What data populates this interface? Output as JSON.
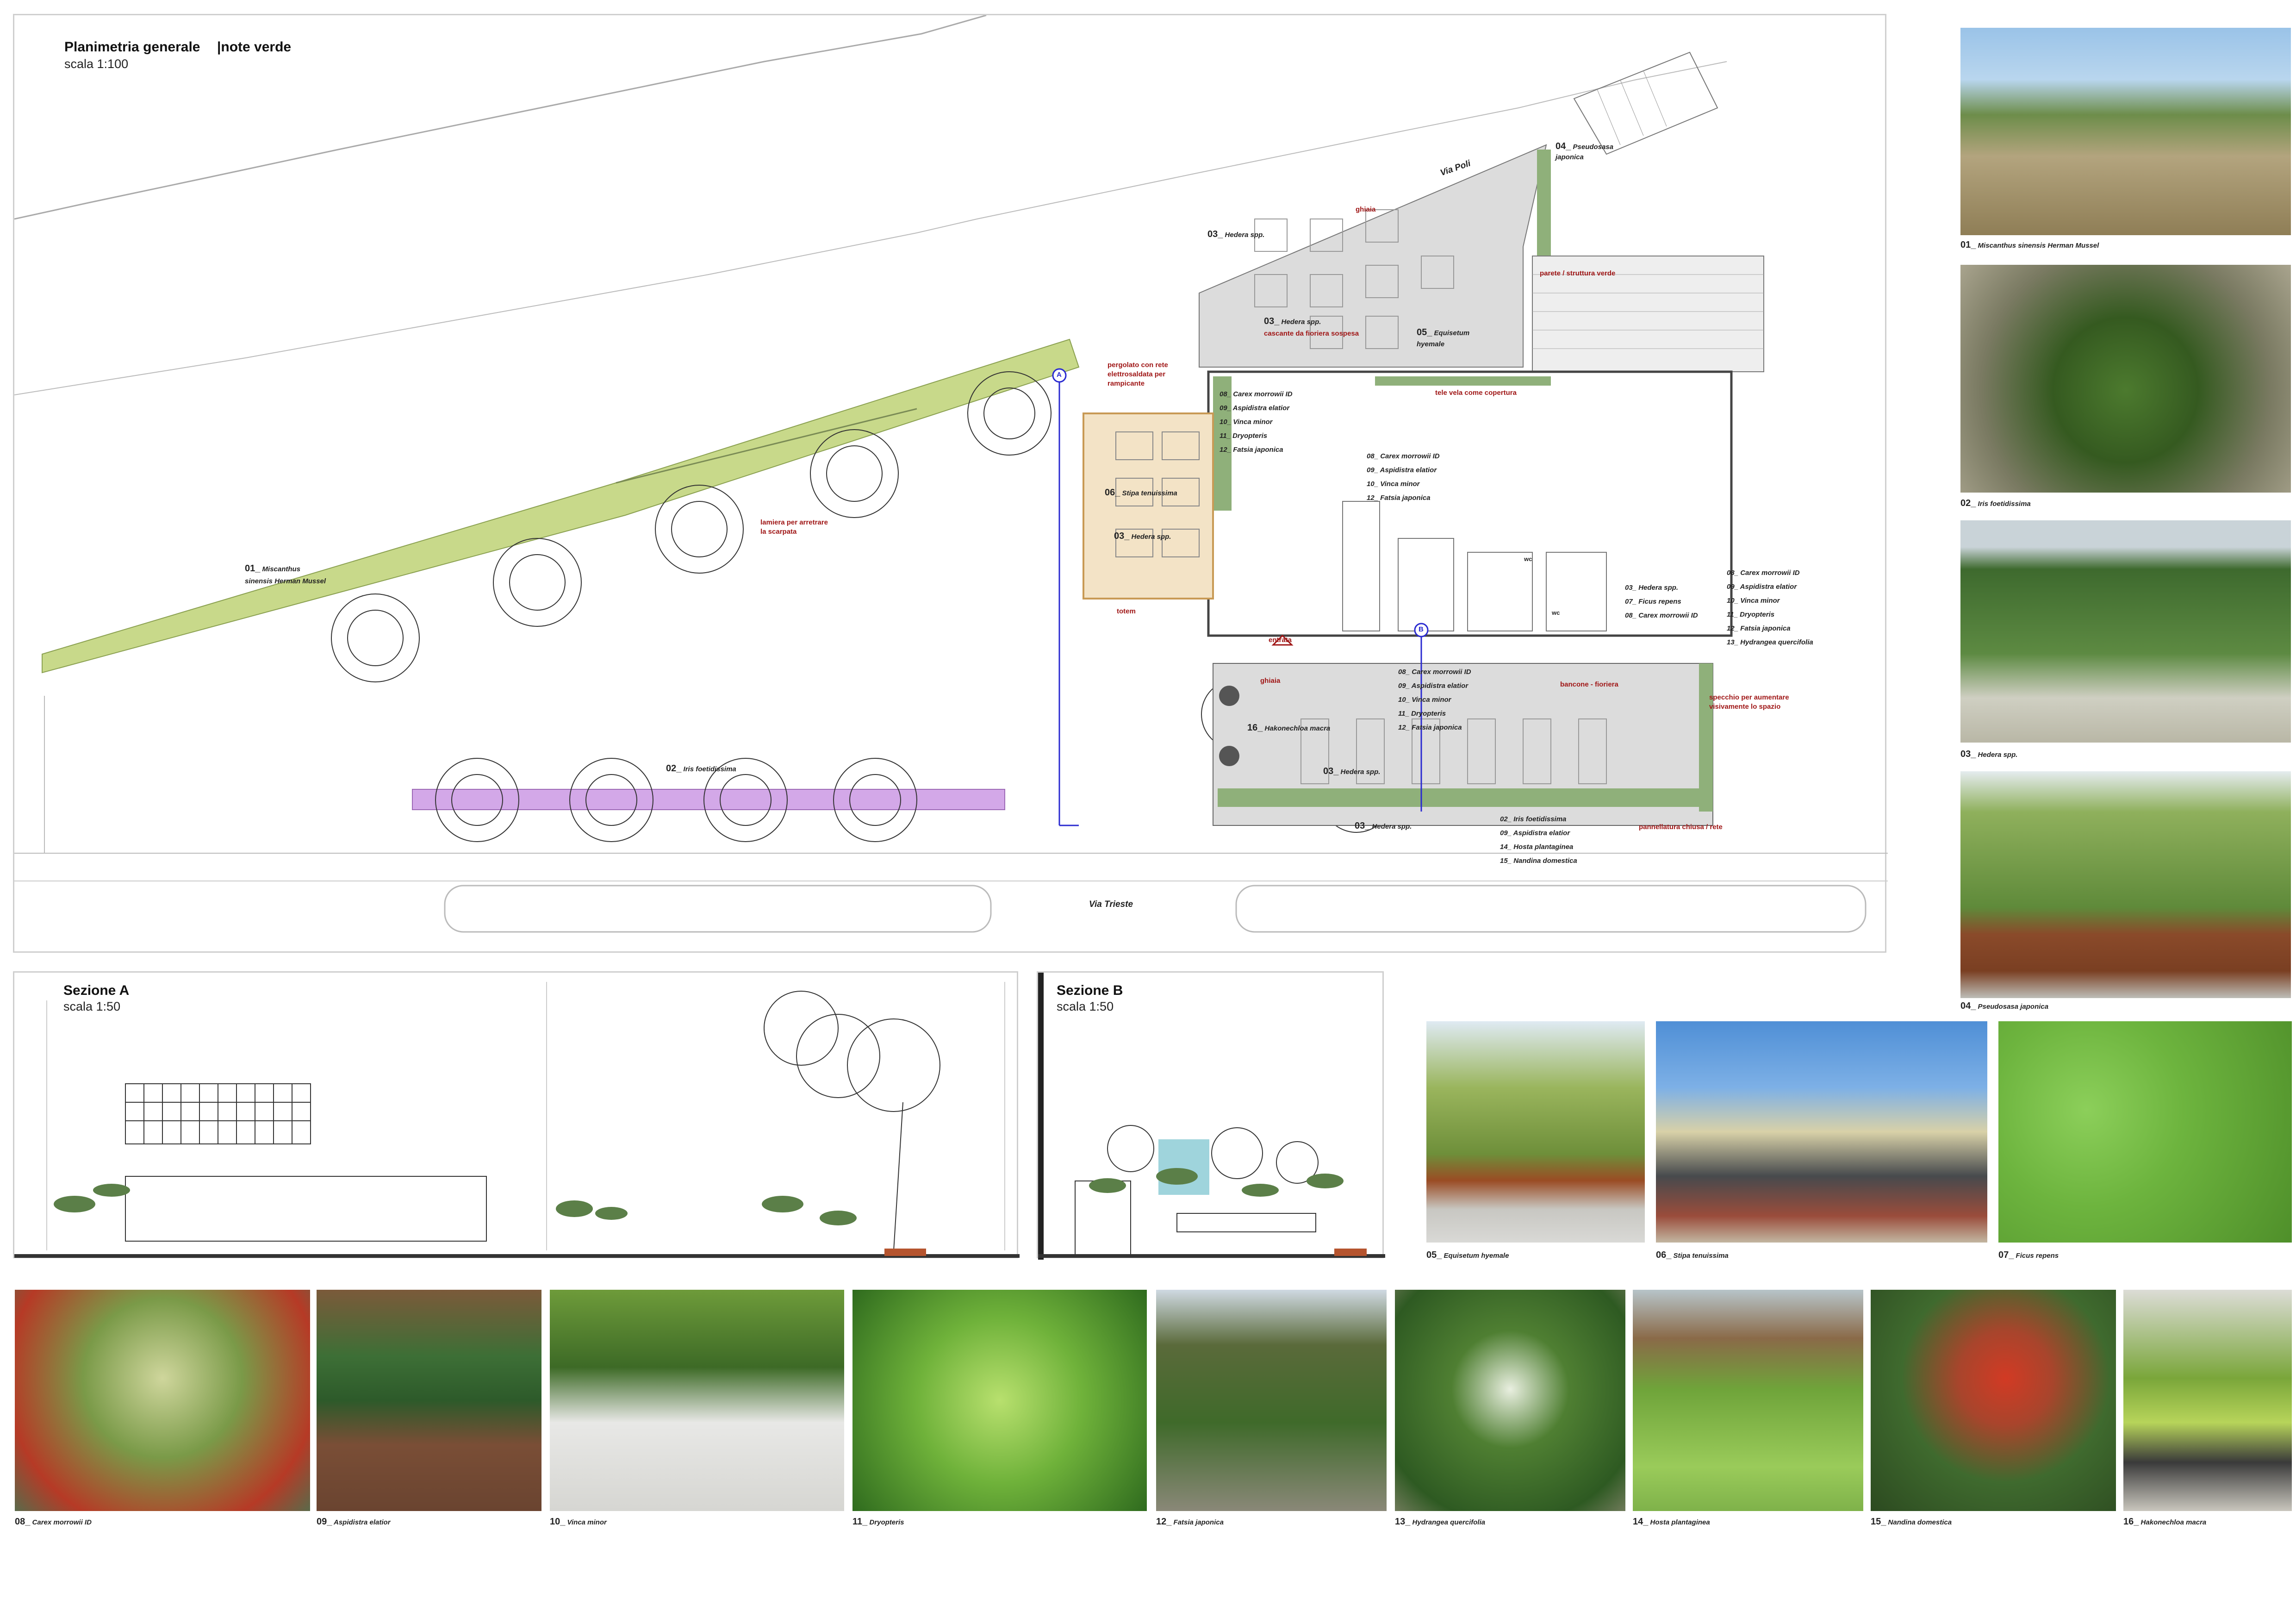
{
  "plan": {
    "title": "Planimetria generale",
    "subtitle": "|note verde",
    "scale": "scala 1:100",
    "street_poli": "Via Poli",
    "street_trieste": "Via Trieste",
    "marker_a": "A",
    "marker_b": "B",
    "labels": [
      {
        "n": "01_",
        "t": "Miscanthus"
      },
      {
        "n": "",
        "t": "sinensis Herman Mussel"
      },
      {
        "n": "02_",
        "t": "Iris foetidissima"
      },
      {
        "n": "03_",
        "t": "Hedera spp."
      },
      {
        "n": "03_",
        "t": "Hedera spp."
      },
      {
        "n": "04_",
        "t": "Pseudosasa"
      },
      {
        "n": "",
        "t": "japonica"
      },
      {
        "n": "05_",
        "t": "Equisetum"
      },
      {
        "n": "",
        "t": "hyemale"
      },
      {
        "n": "06_",
        "t": "Stipa tenuissima"
      },
      {
        "n": "03_",
        "t": "Hedera spp."
      },
      {
        "n": "16_",
        "t": "Hakonechloa macra"
      },
      {
        "n": "03_",
        "t": "Hedera spp."
      },
      {
        "n": "03_",
        "t": "Hedera spp."
      }
    ],
    "list_a": [
      "08_ Carex morrowii ID",
      "09_ Aspidistra elatior",
      "10_ Vinca minor",
      "11_ Dryopteris",
      "12_ Fatsia japonica"
    ],
    "list_b": [
      "08_ Carex morrowii ID",
      "09_ Aspidistra elatior",
      "10_ Vinca minor",
      "12_ Fatsia japonica"
    ],
    "list_c": [
      "03_ Hedera spp.",
      "07_ Ficus repens",
      "08_ Carex morrowii ID"
    ],
    "list_d": [
      "08_ Carex morrowii ID",
      "09_ Aspidistra elatior",
      "10_ Vinca minor",
      "11_ Dryopteris",
      "12_ Fatsia japonica",
      "13_ Hydrangea quercifolia"
    ],
    "list_e": [
      "08_ Carex morrowii ID",
      "09_ Aspidistra elatior",
      "10_ Vinca minor",
      "11_ Dryopteris",
      "12_ Fatsia japonica"
    ],
    "list_f": [
      "02_ Iris foetidissima",
      "09_ Aspidistra elatior",
      "14_ Hosta plantaginea",
      "15_ Nandina domestica"
    ],
    "notes": {
      "ghiaia1": "ghiaia",
      "cascante": "cascante da fioriera sospesa",
      "parete": "parete / struttura verde",
      "pergolato": "pergolato con rete\nelettrosaldata per\nrampicante",
      "lamiera": "lamiera per arretrare\nla scarpata",
      "tele": "tele vela come copertura",
      "totem": "totem",
      "entrata": "entrata",
      "ghiaia2": "ghiaia",
      "bancone": "bancone - fioriera",
      "specchio": "specchio per aumentare\nvisivamente lo spazio",
      "pannellatura": "pannellatura chiusa / rete"
    },
    "wc": "wc"
  },
  "section_a": {
    "title": "Sezione A",
    "scale": "scala 1:50"
  },
  "section_b": {
    "title": "Sezione B",
    "scale": "scala 1:50"
  },
  "photos": [
    {
      "n": "01_",
      "name": "Miscanthus sinensis Herman Mussel"
    },
    {
      "n": "02_",
      "name": "Iris foetidissima"
    },
    {
      "n": "03_",
      "name": "Hedera spp."
    },
    {
      "n": "04_",
      "name": "Pseudosasa japonica"
    },
    {
      "n": "05_",
      "name": "Equisetum hyemale"
    },
    {
      "n": "06_",
      "name": "Stipa tenuissima"
    },
    {
      "n": "07_",
      "name": "Ficus repens"
    },
    {
      "n": "08_",
      "name": "Carex morrowii ID"
    },
    {
      "n": "09_",
      "name": "Aspidistra elatior"
    },
    {
      "n": "10_",
      "name": "Vinca minor"
    },
    {
      "n": "11_",
      "name": "Dryopteris"
    },
    {
      "n": "12_",
      "name": "Fatsia japonica"
    },
    {
      "n": "13_",
      "name": "Hydrangea quercifolia"
    },
    {
      "n": "14_",
      "name": "Hosta plantaginea"
    },
    {
      "n": "15_",
      "name": "Nandina domestica"
    },
    {
      "n": "16_",
      "name": "Hakonechloa macra"
    }
  ],
  "colors": {
    "miscanthus": "#c8d98a",
    "iris": "#d3a8e8",
    "terrace": "#dcdcdc",
    "hedge": "#8fb07a",
    "note": "#a01818",
    "marker": "#2a2ad0"
  }
}
